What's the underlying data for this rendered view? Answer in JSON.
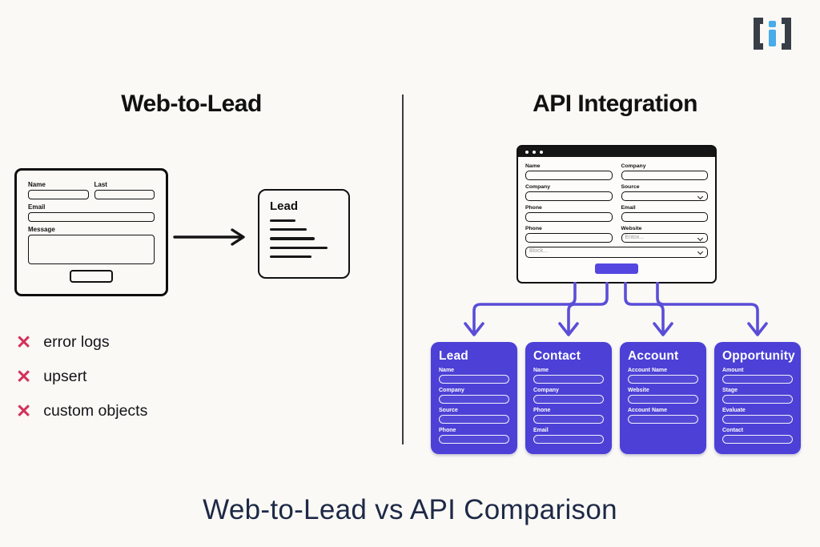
{
  "colors": {
    "bg": "#faf9f5",
    "x_red": "#d4315b",
    "card_purple": "#4c40d6",
    "button_purple": "#5447e0",
    "arrow_purple": "#5a4ed8",
    "divider": "#3c3c3c",
    "navy": "#1e2947",
    "logo_bracket": "#383e45",
    "logo_letter": "#49abe8",
    "window_bar": "#151515"
  },
  "page": {
    "bottom_title": "Web-to-Lead vs API Comparison"
  },
  "left_panel": {
    "title": "Web-to-Lead",
    "form": {
      "fields": [
        {
          "label": "Name",
          "type": "input"
        },
        {
          "label": "Last",
          "type": "input"
        },
        {
          "label": "Email",
          "type": "input"
        },
        {
          "label": "Message",
          "type": "textarea"
        }
      ],
      "button_label": ""
    },
    "lead_card": {
      "title": "Lead",
      "line_widths": [
        32,
        46,
        56,
        72,
        52
      ]
    },
    "x_glyph": "✕",
    "drawbacks": [
      {
        "label": "error logs"
      },
      {
        "label": "upsert"
      },
      {
        "label": "custom objects"
      }
    ]
  },
  "right_panel": {
    "title": "API Integration",
    "window": {
      "fields": [
        {
          "label": "Name",
          "type": "input"
        },
        {
          "label": "Company",
          "type": "input"
        },
        {
          "label": "Company",
          "type": "input"
        },
        {
          "label": "Source",
          "type": "select",
          "value": ""
        },
        {
          "label": "Phone",
          "type": "input"
        },
        {
          "label": "Email",
          "type": "input"
        },
        {
          "label": "Phone",
          "type": "input"
        },
        {
          "label": "Website",
          "type": "select",
          "value": "Entox..."
        }
      ],
      "full_select": {
        "value": "Block..."
      },
      "button_label": ""
    },
    "cards": [
      {
        "title": "Lead",
        "fields": [
          "Name",
          "Company",
          "Source",
          "Phone"
        ]
      },
      {
        "title": "Contact",
        "fields": [
          "Name",
          "Company",
          "Phone",
          "Email"
        ]
      },
      {
        "title": "Account",
        "fields": [
          "Account Name",
          "Website",
          "Account Name"
        ]
      },
      {
        "title": "Opportunity",
        "fields": [
          "Amount",
          "Stage",
          "Evaluate",
          "Contact"
        ]
      }
    ]
  }
}
